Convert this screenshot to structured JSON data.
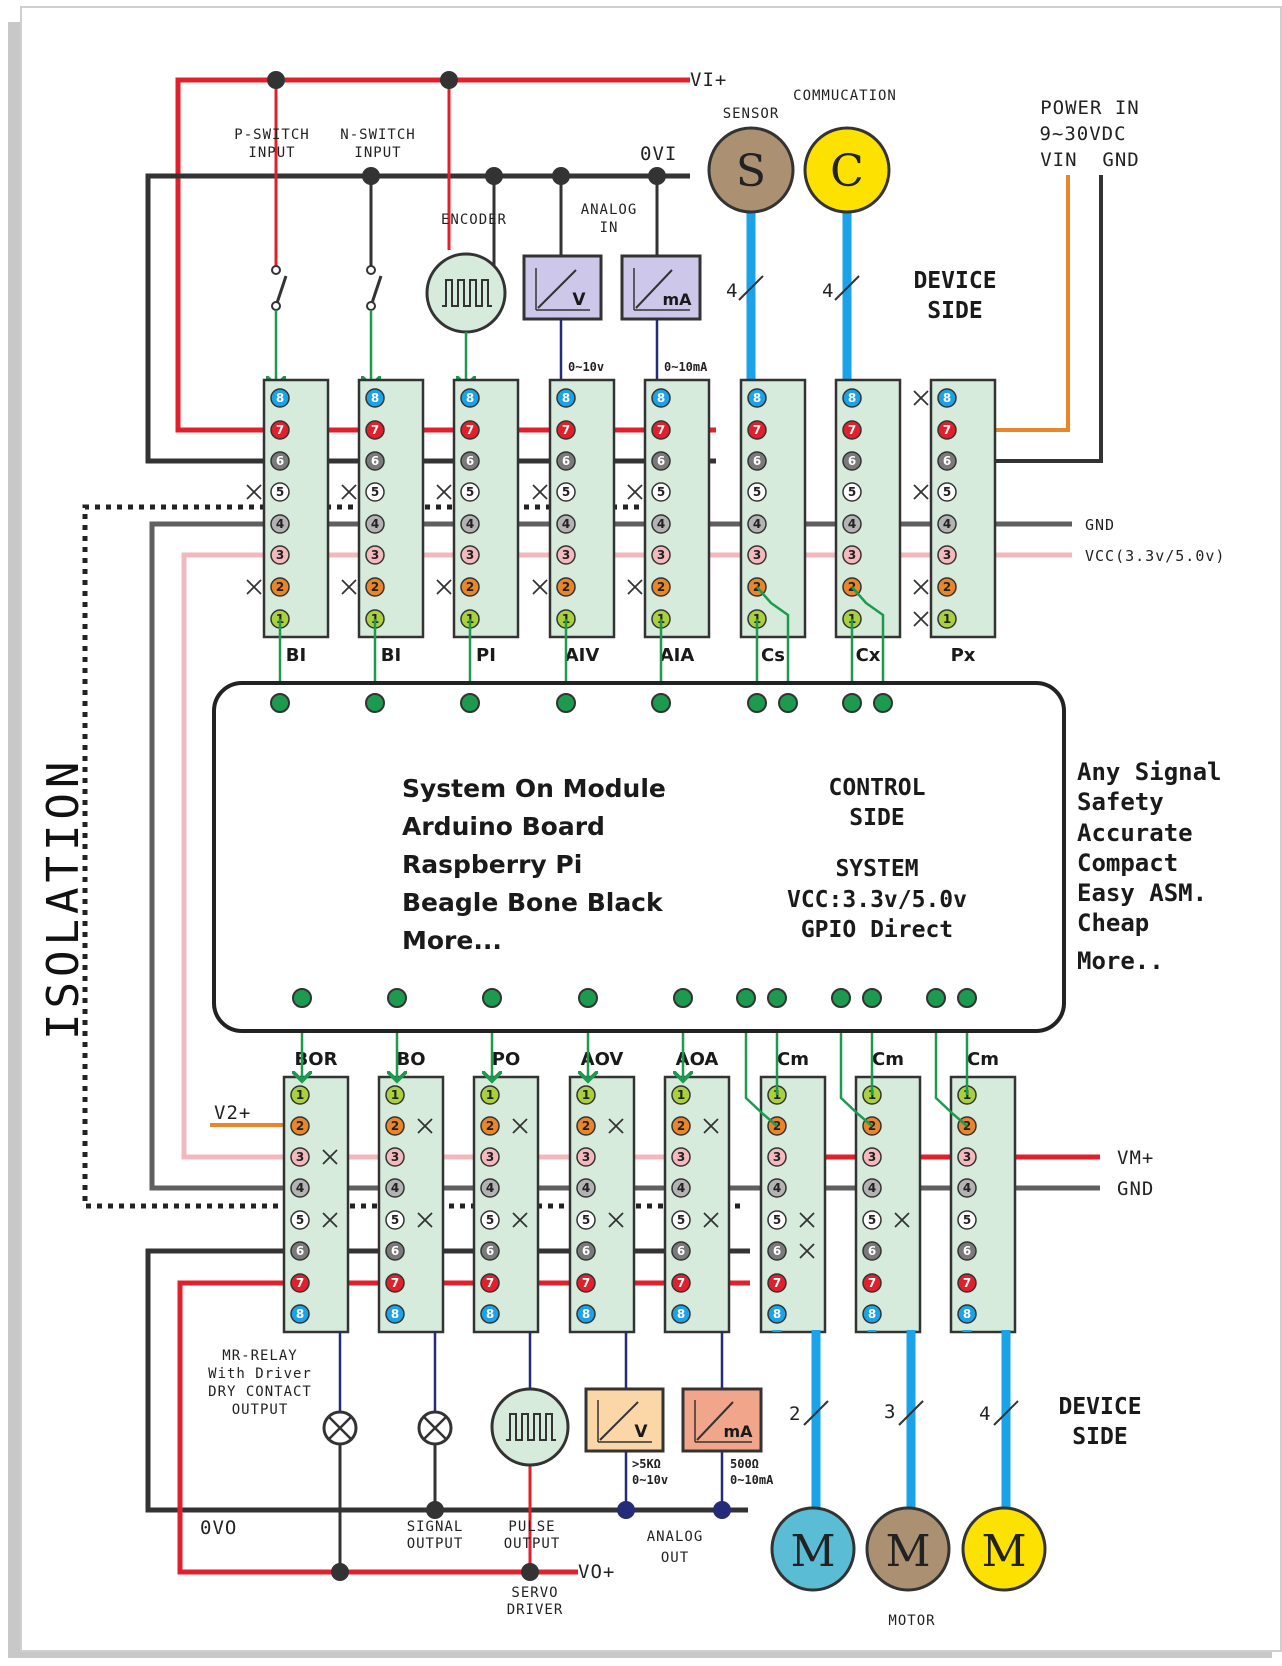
{
  "rails": {
    "vi_plus": "VI+",
    "zero_vi": "0VI",
    "gnd_top": "GND",
    "vcc_top": "VCC(3.3v/5.0v)",
    "vm_plus": "VM+",
    "gnd_bottom": "GND",
    "v2_plus": "V2+",
    "zero_vo": "0VO",
    "vo_plus": "VO+"
  },
  "top_inputs": {
    "p_switch": [
      "P-SWITCH",
      "INPUT"
    ],
    "n_switch": [
      "N-SWITCH",
      "INPUT"
    ],
    "encoder": "ENCODER",
    "analog_in": [
      "ANALOG",
      "IN"
    ],
    "v_range": "0~10v",
    "ma_range": "0~10mA",
    "sensor": "SENSOR",
    "sensor_letter": "S",
    "communication": "COMMUCATION",
    "comm_letter": "C",
    "power_in": [
      "POWER IN",
      "9~30VDC",
      "VIN  GND"
    ],
    "bus_count_sensor": "4",
    "bus_count_comm": "4",
    "device_side": [
      "DEVICE",
      "SIDE"
    ],
    "v_box": "V",
    "ma_box": "mA"
  },
  "top_modules": [
    "BI",
    "BI",
    "PI",
    "AIV",
    "AIA",
    "Cs",
    "Cx",
    "Px"
  ],
  "bottom_modules": [
    "BOR",
    "BO",
    "PO",
    "AOV",
    "AOA",
    "Cm",
    "Cm",
    "Cm"
  ],
  "control": {
    "boards": [
      "System On Module",
      "Arduino Board",
      "Raspberry Pi",
      "Beagle Bone Black",
      "More..."
    ],
    "control_side": [
      "CONTROL",
      "SIDE"
    ],
    "system": [
      "SYSTEM",
      "VCC:3.3v/5.0v",
      "GPIO Direct"
    ]
  },
  "features": [
    "Any Signal",
    "Safety",
    "Accurate",
    "Compact",
    "Easy ASM.",
    "Cheap",
    "More.."
  ],
  "isolation": "ISOLATION",
  "bottom_outputs": {
    "relay": [
      "MR-RELAY",
      "With Driver",
      "DRY CONTACT",
      "OUTPUT"
    ],
    "signal_output": [
      "SIGNAL",
      "OUTPUT"
    ],
    "pulse_output": [
      "PULSE",
      "OUTPUT"
    ],
    "servo_driver": [
      "SERVO",
      "DRIVER"
    ],
    "analog_out": [
      "ANALOG",
      "OUT"
    ],
    "v_spec": [
      ">5KΩ",
      "0~10v"
    ],
    "ma_spec": [
      "500Ω",
      "0~10mA"
    ],
    "motor": "MOTOR",
    "motor_letter": "M",
    "bus_counts": [
      "2",
      "3",
      "4"
    ],
    "device_side": [
      "DEVICE",
      "SIDE"
    ],
    "v_box": "V",
    "ma_box": "mA"
  },
  "pin_numbers": [
    "1",
    "2",
    "3",
    "4",
    "5",
    "6",
    "7",
    "8"
  ],
  "colors": {
    "red": "#e2202b",
    "black": "#333333",
    "gray": "#5f5f5f",
    "pink": "#f2b8bd",
    "orange": "#e9862a",
    "blue": "#1aa3e8",
    "green": "#1c9a4e",
    "navy": "#252a7a",
    "module": "#d6ebdc"
  }
}
